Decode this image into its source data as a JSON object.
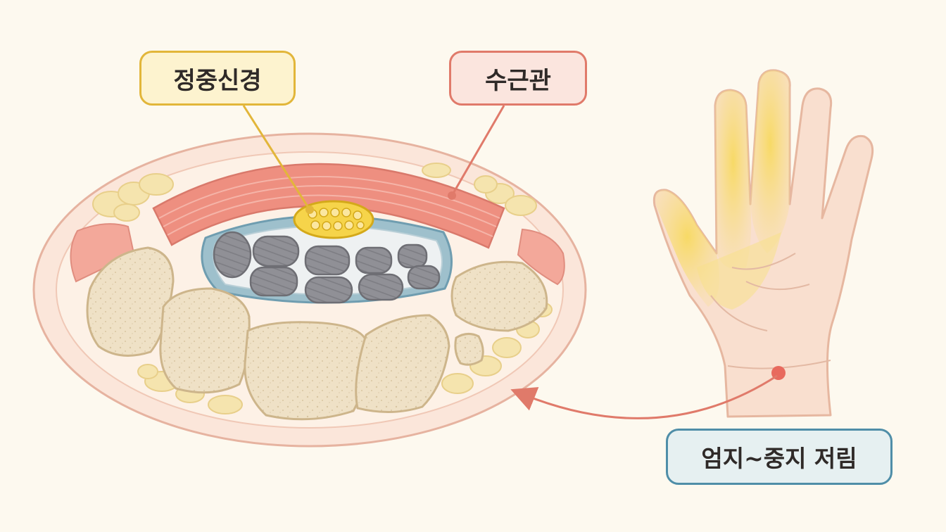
{
  "labels": {
    "median_nerve": "정중신경",
    "carpal_tunnel": "수근관",
    "symptom": "엄지~중지 저림"
  },
  "colors": {
    "background": "#fdf9ef",
    "nerve": "#f6d44a",
    "nerve_outline": "#d4a91a",
    "ligament": "#ee8f80",
    "tendon": "#8d8d92",
    "bone": "#efe1c6",
    "fat": "#f5e4ae",
    "skin": "#f8dccb",
    "symptom_accent": "#4f8ea8",
    "tunnel_accent": "#e07a6a",
    "nerve_accent": "#e2b63a"
  },
  "icons": {
    "hand": "hand-icon",
    "arrow": "arrow-icon"
  }
}
